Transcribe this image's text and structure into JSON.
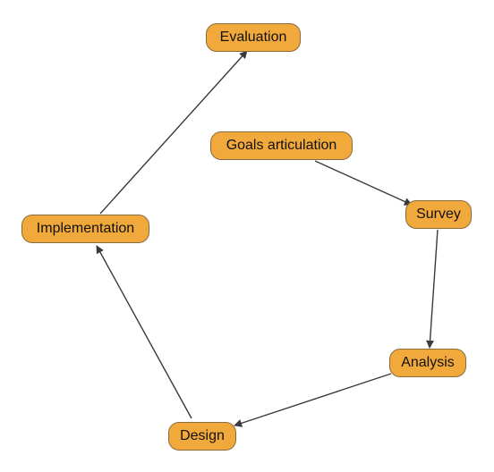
{
  "diagram": {
    "type": "directed-graph",
    "node_color": "#f2a93b",
    "node_border_color": "#8a6a3f",
    "edge_color": "#3a3a3a",
    "nodes": {
      "evaluation": "Evaluation",
      "goals_articulation": "Goals articulation",
      "survey": "Survey",
      "implementation": "Implementation",
      "analysis": "Analysis",
      "design": "Design"
    },
    "edges": [
      {
        "from": "goals_articulation",
        "to": "survey"
      },
      {
        "from": "survey",
        "to": "analysis"
      },
      {
        "from": "analysis",
        "to": "design"
      },
      {
        "from": "design",
        "to": "implementation"
      },
      {
        "from": "implementation",
        "to": "evaluation"
      }
    ]
  }
}
